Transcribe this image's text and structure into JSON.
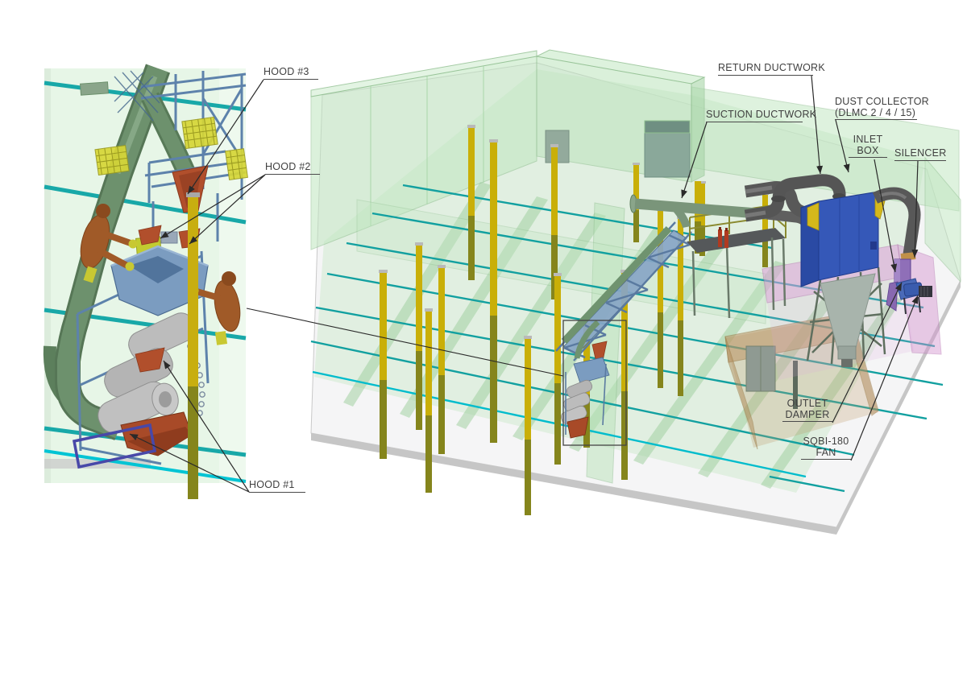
{
  "drawing": {
    "type": "3d-cad-isometric-overview",
    "subject": "dust collection system layout with detail inset of hoods"
  },
  "labels": {
    "hood3": {
      "text": "HOOD #3"
    },
    "hood2": {
      "text": "HOOD #2"
    },
    "hood1": {
      "text": "HOOD #1"
    },
    "return_ductwork": {
      "text": "RETURN DUCTWORK"
    },
    "suction_ductwork": {
      "text": "SUCTION DUCTWORK"
    },
    "dust_collector": {
      "line1": "DUST COLLECTOR",
      "line2": "(DLMC 2 / 4 / 15)"
    },
    "inlet_box": {
      "line1": "INLET",
      "line2": "BOX"
    },
    "silencer": {
      "text": "SILENCER"
    },
    "outlet_damper": {
      "line1": "OUTLET",
      "line2": "DAMPER"
    },
    "sqbi_fan": {
      "line1": "SQBI-180",
      "line2": "FAN"
    }
  },
  "colors": {
    "wall_green": "#cfeacf",
    "wall_edge_green": "#8fbf8f",
    "rail_teal": "#12a0a0",
    "rail_cyan": "#00bccc",
    "column_yellow": "#c9af08",
    "column_olive": "#85851c",
    "duct_grey": "#585858",
    "suction_pipe_green": "#6f936f",
    "collector_blue": "#3558b8",
    "inlet_yellow": "#d4b81c",
    "silencer_purple": "#8f6fb8",
    "fan_blue": "#3a5cae",
    "room_pink": "#e0a8dc",
    "room_tan": "#c09a6a",
    "hood_red": "#b14f2c",
    "frame_steel_blue": "#7b9cc0",
    "drum_grey": "#bcbcbc",
    "worker_orange": "#a05a28",
    "leader_line": "#2a2a2a"
  }
}
